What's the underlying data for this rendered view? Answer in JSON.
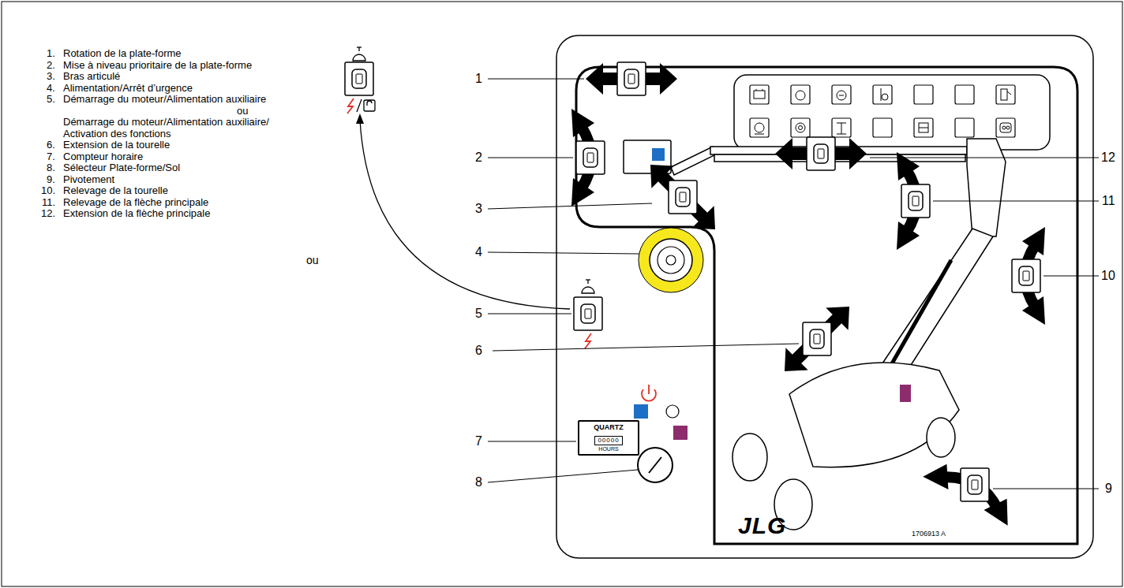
{
  "diagram": {
    "nodes": [
      {
        "text": [
          "QUARTZ",
          "00000",
          "HOURS"
        ]
      }
    ],
    "labels": [
      "1.",
      "Rotation de la plate-forme",
      "2.",
      "Mise à niveau prioritaire de la plate-forme",
      "3.",
      "Bras articulé",
      "4.",
      "Alimentation/Arrêt d’urgence",
      "5.",
      "Démarrage du moteur/Alimentation auxiliaire",
      "ou",
      "Démarrage du moteur/Alimentation auxiliaire/ Activation des fonctions",
      "6.",
      "Extension de la tourelle",
      "7.",
      "Compteur horaire",
      "8.",
      "Sélecteur Plate-forme/Sol",
      "9.",
      "Pivotement",
      "10.",
      "Relevage de la tourelle",
      "11.",
      "Relevage de la flèche principale",
      "12.",
      "Extension de la flèche principale",
      "1",
      "2",
      "3",
      "4",
      "5",
      "6",
      "7",
      "8",
      "9",
      "10",
      "11",
      "12",
      "ou",
      "JLG",
      "1706913 A"
    ]
  }
}
